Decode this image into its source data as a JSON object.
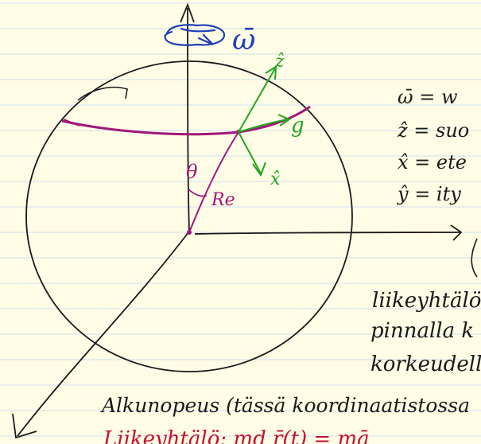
{
  "colors": {
    "paper": "#fffde6",
    "rule": "#cfe0ee",
    "ink_black": "#1a1a1a",
    "ink_blue": "#1f3fb8",
    "ink_magenta": "#a0177a",
    "ink_green": "#22a51e",
    "ink_red": "#c8102e"
  },
  "labels": {
    "omega": "ω̄",
    "z_hat": "ẑ",
    "x_hat": "x̂",
    "g": "g",
    "theta": "θ",
    "Re": "Re"
  },
  "notes": {
    "def_omega": "ω̄ = w",
    "def_z": "ẑ = suo",
    "def_x": "x̂ = ete",
    "def_y": "ŷ = ity",
    "motion_1": "liikeyhtälö",
    "motion_2": "pinnalla k",
    "motion_3": "korkeudella",
    "initial": "Alkunopeus (tässä koordinaatistossa",
    "bottom_red": "Liikeyhtälö: md r̄(t) = mā"
  },
  "icons": {
    "rotation": "rotation-arrow-icon",
    "axis_arrows": "arrowhead-icon"
  }
}
